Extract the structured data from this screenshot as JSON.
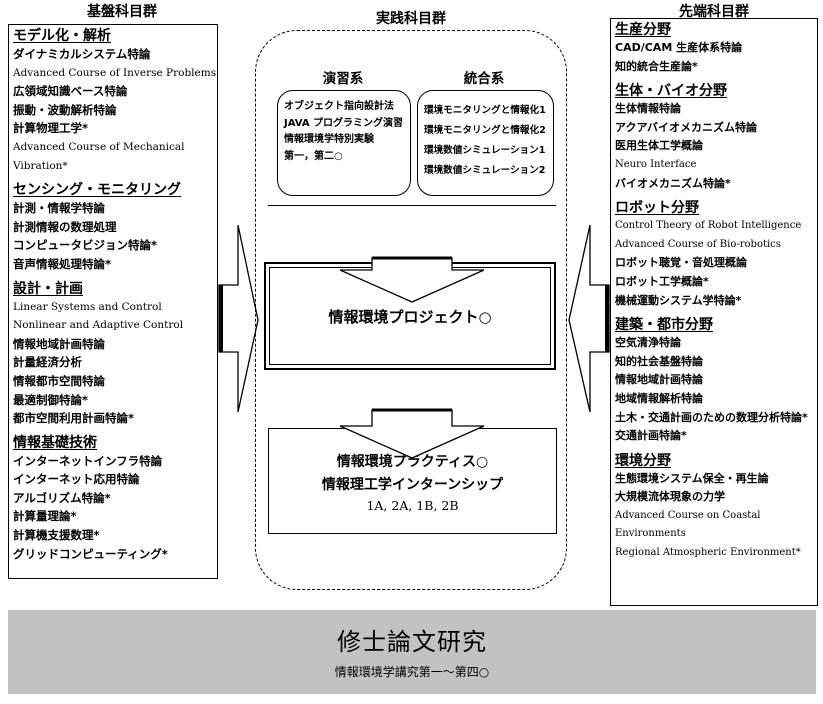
{
  "columns": {
    "left_title": "基盤科目群",
    "center_title": "実践科目群",
    "right_title": "先端科目群"
  },
  "left_groups": [
    {
      "title": "モデル化・解析",
      "items": [
        {
          "t": "ダイナミカルシステム特論",
          "s": false
        },
        {
          "t": "Advanced Course of Inverse Problems",
          "s": true
        },
        {
          "t": "広領域知識ベース特論",
          "s": false
        },
        {
          "t": "振動・波動解析特論",
          "s": false
        },
        {
          "t": "計算物理工学*",
          "s": false
        },
        {
          "t": "Advanced Course of Mechanical Vibration*",
          "s": true
        }
      ]
    },
    {
      "title": "センシング・モニタリング",
      "items": [
        {
          "t": "計測・情報学特論",
          "s": false
        },
        {
          "t": "計測情報の数理処理",
          "s": false
        },
        {
          "t": "コンピュータビジョン特論*",
          "s": false
        },
        {
          "t": "音声情報処理特論*",
          "s": false
        }
      ]
    },
    {
      "title": "設計・計画",
      "items": [
        {
          "t": "Linear Systems and Control",
          "s": true
        },
        {
          "t": "Nonlinear and Adaptive Control",
          "s": true
        },
        {
          "t": "情報地域計画特論",
          "s": false
        },
        {
          "t": "計量経済分析",
          "s": false
        },
        {
          "t": "情報都市空間特論",
          "s": false
        },
        {
          "t": "最適制御特論*",
          "s": false
        },
        {
          "t": "都市空間利用計画特論*",
          "s": false
        }
      ]
    },
    {
      "title": "情報基礎技術",
      "items": [
        {
          "t": "インターネットインフラ特論",
          "s": false
        },
        {
          "t": "インターネット応用特論",
          "s": false
        },
        {
          "t": "アルゴリズム特論*",
          "s": false
        },
        {
          "t": "計算量理論*",
          "s": false
        },
        {
          "t": "計算機支援数理*",
          "s": false
        },
        {
          "t": "グリッドコンピューティング*",
          "s": false
        }
      ]
    }
  ],
  "right_groups": [
    {
      "title": "生産分野",
      "items": [
        {
          "t": "CAD/CAM 生産体系特論",
          "s": false
        },
        {
          "t": "知的統合生産論*",
          "s": false
        }
      ]
    },
    {
      "title": "生体・バイオ分野",
      "items": [
        {
          "t": "生体情報特論",
          "s": false
        },
        {
          "t": "アクアバイオメカニズム特論",
          "s": false
        },
        {
          "t": "医用生体工学概論",
          "s": false
        },
        {
          "t": "Neuro Interface",
          "s": true
        },
        {
          "t": "バイオメカニズム特論*",
          "s": false
        }
      ]
    },
    {
      "title": "ロボット分野",
      "items": [
        {
          "t": "Control Theory of Robot Intelligence",
          "s": true
        },
        {
          "t": "Advanced Course of Bio-robotics",
          "s": true
        },
        {
          "t": "ロボット聴覚・音処理概論",
          "s": false
        },
        {
          "t": "ロボット工学概論*",
          "s": false
        },
        {
          "t": "機械運動システム学特論*",
          "s": false
        }
      ]
    },
    {
      "title": "建築・都市分野",
      "items": [
        {
          "t": "空気清浄特論",
          "s": false
        },
        {
          "t": "知的社会基盤特論",
          "s": false
        },
        {
          "t": "情報地域計画特論",
          "s": false
        },
        {
          "t": "地域情報解析特論",
          "s": false
        },
        {
          "t": "土木・交通計画のための数理分析特論*",
          "s": false
        },
        {
          "t": "交通計画特論*",
          "s": false
        }
      ]
    },
    {
      "title": "環境分野",
      "items": [
        {
          "t": "生態環境システム保全・再生論",
          "s": false
        },
        {
          "t": "大規模流体現象の力学",
          "s": false
        },
        {
          "t": "Advanced Course on Coastal Environments",
          "s": true
        },
        {
          "t": "Regional Atmospheric Environment*",
          "s": true
        }
      ]
    }
  ],
  "center": {
    "exercise_title": "演習系",
    "integration_title": "統合系",
    "exercise_items": [
      "オブジェクト指向設計法",
      "JAVA プログラミング演習",
      "情報環境学特別実験",
      "第一，第二○"
    ],
    "integration_items": [
      "環境モニタリングと情報化1",
      "環境モニタリングと情報化2",
      "環境数値シミュレーション1",
      "環境数値シミュレーション2"
    ],
    "project": "情報環境プロジェクト○",
    "practice_line1": "情報環境プラクティス○",
    "practice_line2": "情報理工学インターンシップ",
    "practice_line3": "1A, 2A, 1B, 2B"
  },
  "thesis": {
    "title": "修士論文研究",
    "subtitle": "情報環境学講究第一～第四○"
  }
}
